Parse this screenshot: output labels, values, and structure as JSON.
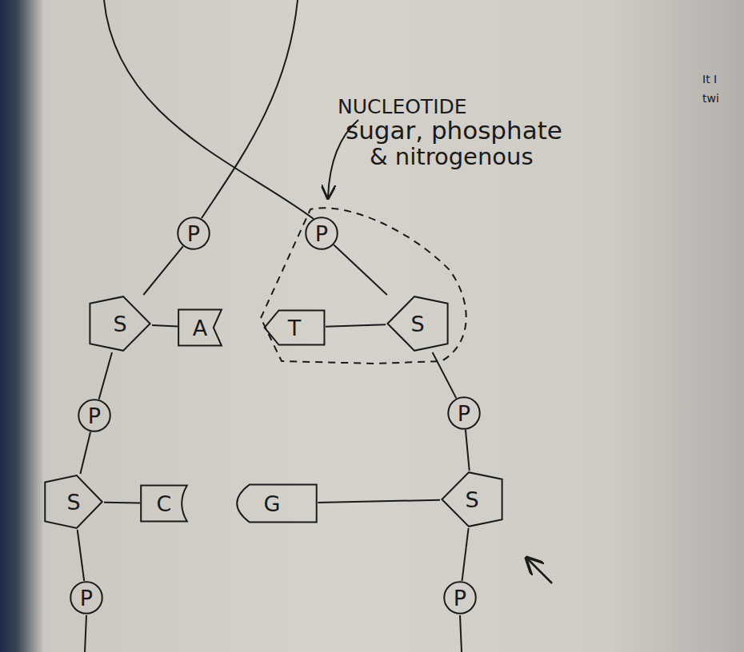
{
  "diagram": {
    "nodes": [
      {
        "text": [
          "P"
        ]
      },
      {
        "text": [
          "P"
        ]
      },
      {
        "text": [
          "S"
        ]
      },
      {
        "text": [
          "A"
        ]
      },
      {
        "text": [
          "T"
        ]
      },
      {
        "text": [
          "S"
        ]
      },
      {
        "text": [
          "P"
        ]
      },
      {
        "text": [
          "P"
        ]
      },
      {
        "text": [
          "S"
        ]
      },
      {
        "text": [
          "C"
        ]
      },
      {
        "text": [
          "G"
        ]
      },
      {
        "text": [
          "S"
        ]
      },
      {
        "text": [
          "P"
        ]
      },
      {
        "text": [
          "P"
        ]
      }
    ],
    "edges": [
      {
        "from": 0,
        "to": 2,
        "arrow": "none"
      },
      {
        "from": 2,
        "to": 6,
        "arrow": "none"
      },
      {
        "from": 6,
        "to": 8,
        "arrow": "none"
      },
      {
        "from": 8,
        "to": 12,
        "arrow": "none"
      },
      {
        "from": 1,
        "to": 5,
        "arrow": "none"
      },
      {
        "from": 5,
        "to": 7,
        "arrow": "none"
      },
      {
        "from": 7,
        "to": 11,
        "arrow": "none"
      },
      {
        "from": 11,
        "to": 13,
        "arrow": "none"
      },
      {
        "from": 2,
        "to": 3,
        "arrow": "none"
      },
      {
        "from": 5,
        "to": 4,
        "arrow": "none"
      },
      {
        "from": 8,
        "to": 9,
        "arrow": "none"
      },
      {
        "from": 11,
        "to": 10,
        "arrow": "none"
      }
    ],
    "labels": [
      "It I",
      "twi",
      "NUCLEOTIDE",
      "sugar, phosphate",
      "& nitrogenous"
    ]
  }
}
